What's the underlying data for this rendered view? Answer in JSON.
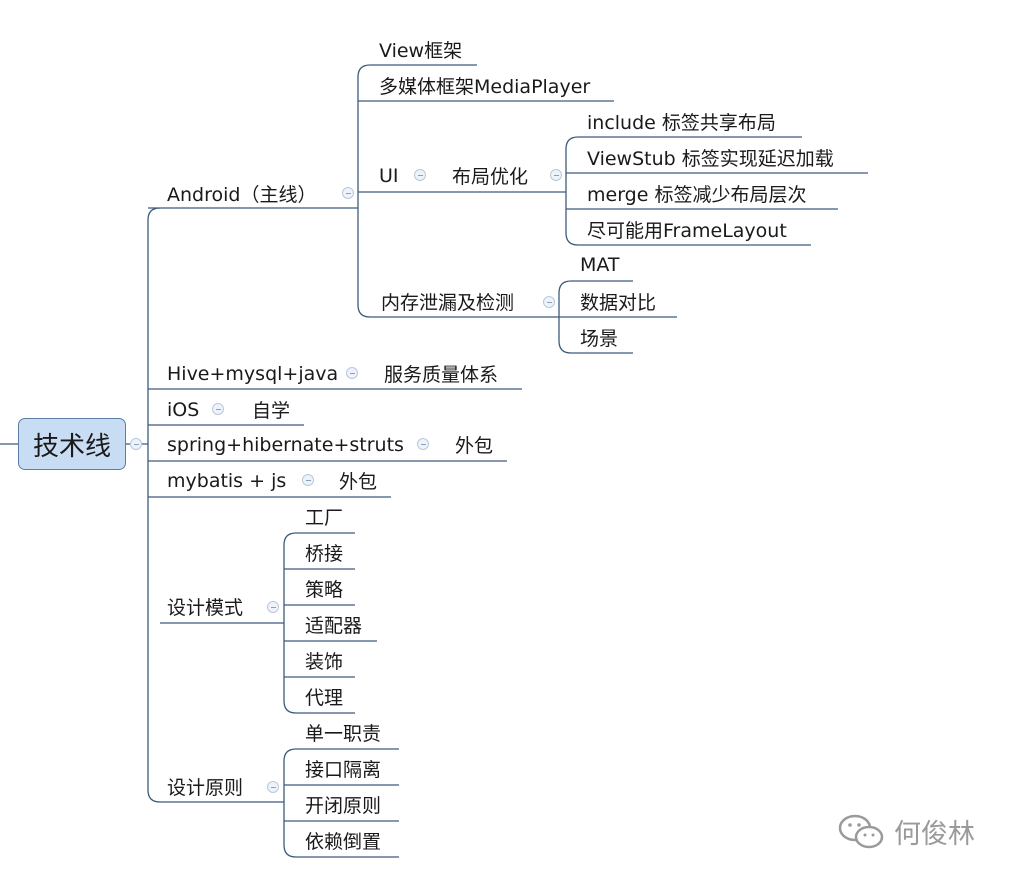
{
  "root": "技术线",
  "nodes": {
    "android": "Android（主线）",
    "android_view": "View框架",
    "android_media": "多媒体框架MediaPlayer",
    "ui": "UI",
    "ui_layout": "布局优化",
    "ui_include": "include 标签共享布局",
    "ui_viewstub": "ViewStub 标签实现延迟加载",
    "ui_merge": "merge 标签减少布局层次",
    "ui_frame": "尽可能用FrameLayout",
    "memleak": "内存泄漏及检测",
    "mem_mat": "MAT",
    "mem_compare": "数据对比",
    "mem_scene": "场景",
    "hive": "Hive+mysql+java",
    "hive_child": "服务质量体系",
    "ios": "iOS",
    "ios_child": "自学",
    "spring": "spring+hibernate+struts",
    "spring_child": "外包",
    "mybatis": "mybatis + js",
    "mybatis_child": "外包",
    "patterns": "设计模式",
    "p_factory": "工厂",
    "p_bridge": "桥接",
    "p_strategy": "策略",
    "p_adapter": "适配器",
    "p_decorator": "装饰",
    "p_proxy": "代理",
    "principles": "设计原则",
    "pr_single": "单一职责",
    "pr_interface": "接口隔离",
    "pr_openclose": "开闭原则",
    "pr_dependency": "依赖倒置"
  },
  "watermark": "何俊林",
  "icons": {
    "collapse": "collapse-toggle-icon",
    "wechat": "wechat-icon"
  },
  "colors": {
    "line": "#3c5a7c",
    "root_fill": "#c8dcf3",
    "root_border": "#5b7fa6",
    "watermark": "#9a9a9a"
  }
}
